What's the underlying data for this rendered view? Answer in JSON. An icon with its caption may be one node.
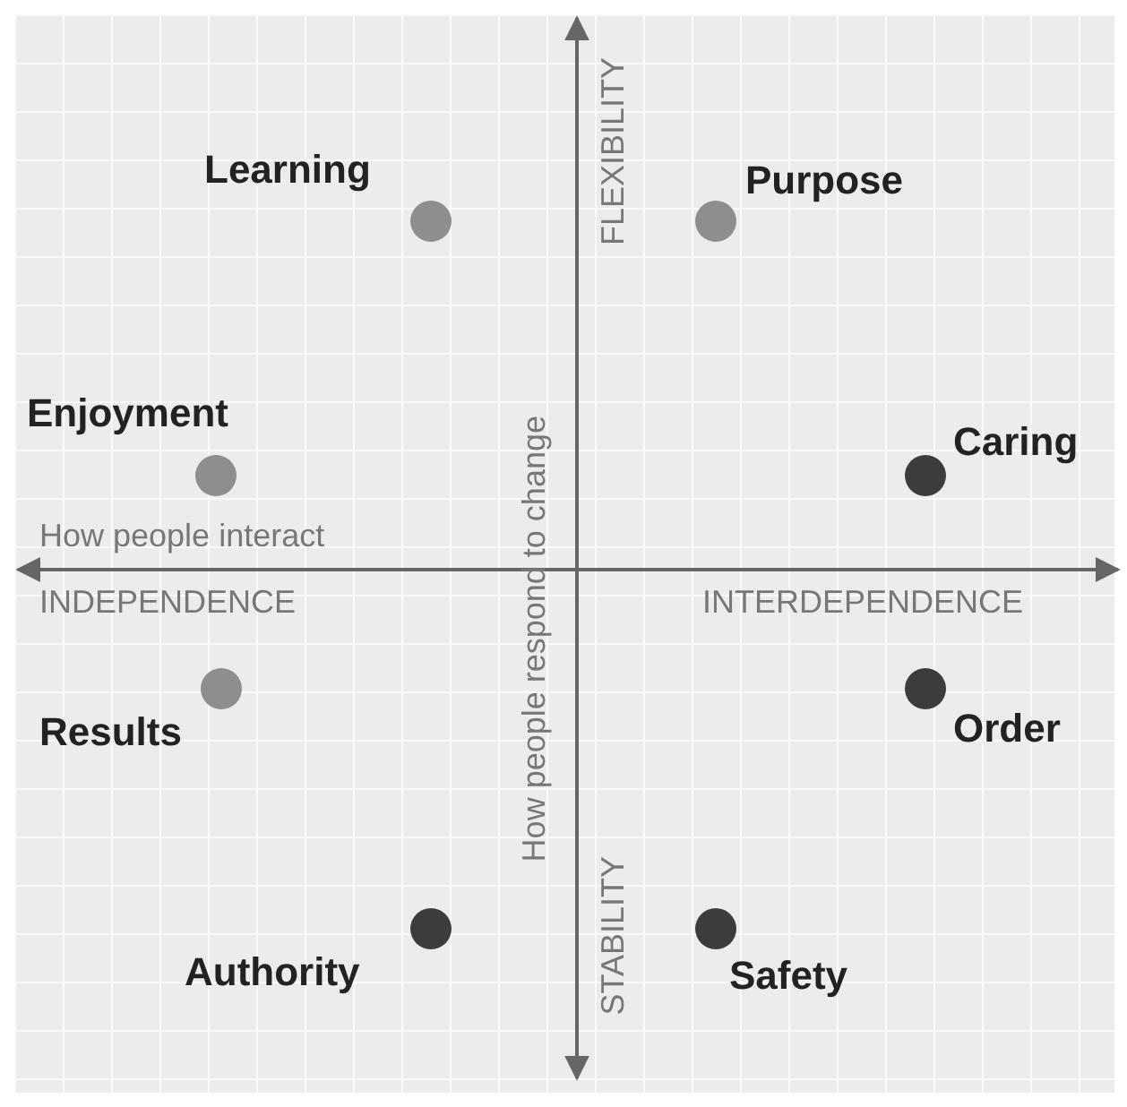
{
  "diagram": {
    "nodes": [
      {
        "text": [
          "Learning"
        ]
      },
      {
        "text": [
          "Purpose"
        ]
      },
      {
        "text": [
          "Enjoyment"
        ]
      },
      {
        "text": [
          "Caring"
        ]
      },
      {
        "text": [
          "Results"
        ]
      },
      {
        "text": [
          "Order"
        ]
      },
      {
        "text": [
          "Authority"
        ]
      },
      {
        "text": [
          "Safety"
        ]
      }
    ],
    "edges": [],
    "labels": [
      "FLEXIBILITY",
      "How people respond to change",
      "How people interact",
      "INDEPENDENCE",
      "INTERDEPENDENCE",
      "STABILITY"
    ]
  }
}
